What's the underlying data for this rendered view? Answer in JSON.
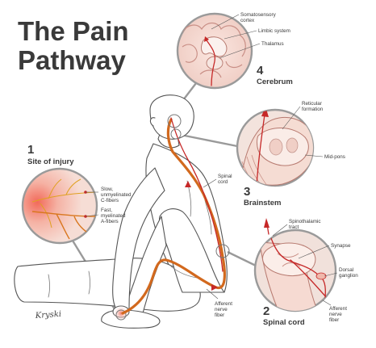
{
  "title": {
    "line1": "The Pain",
    "line2": "Pathway"
  },
  "stages": [
    {
      "number": "1",
      "label": "Site of injury"
    },
    {
      "number": "2",
      "label": "Spinal cord"
    },
    {
      "number": "3",
      "label": "Brainstem"
    },
    {
      "number": "4",
      "label": "Cerebrum"
    }
  ],
  "labels": {
    "somatosensory_cortex": [
      "Somatosensory",
      "cortex"
    ],
    "limbic_system": "Limbic system",
    "thalamus": "Thalamus",
    "reticular_formation": [
      "Reticular",
      "formation"
    ],
    "mid_pons": "Mid-pons",
    "spinal_cord_body": [
      "Spinal",
      "cord"
    ],
    "slow_fibers": [
      "Slow,",
      "unmyelinated",
      "C-fibers"
    ],
    "fast_fibers": [
      "Fast,",
      "myelinated",
      "A-fibers"
    ],
    "spinothalamic_tract": [
      "Spinothalamic",
      "tract"
    ],
    "synapse": "Synapse",
    "dorsal_ganglion": [
      "Dorsal",
      "ganglion"
    ],
    "afferent_nerve_fiber_body": [
      "Afferent",
      "nerve",
      "fiber"
    ],
    "afferent_nerve_fiber_inset": [
      "Afferent",
      "nerve",
      "fiber"
    ]
  },
  "signature": "Kryski",
  "colors": {
    "nerve_orange": "#d2691e",
    "nerve_red": "#c62828",
    "tissue_pink": "#f3d6cf",
    "inset_bg": "#efe0da",
    "connector_gray": "#9a9a9a",
    "text": "#3a3a3a"
  }
}
